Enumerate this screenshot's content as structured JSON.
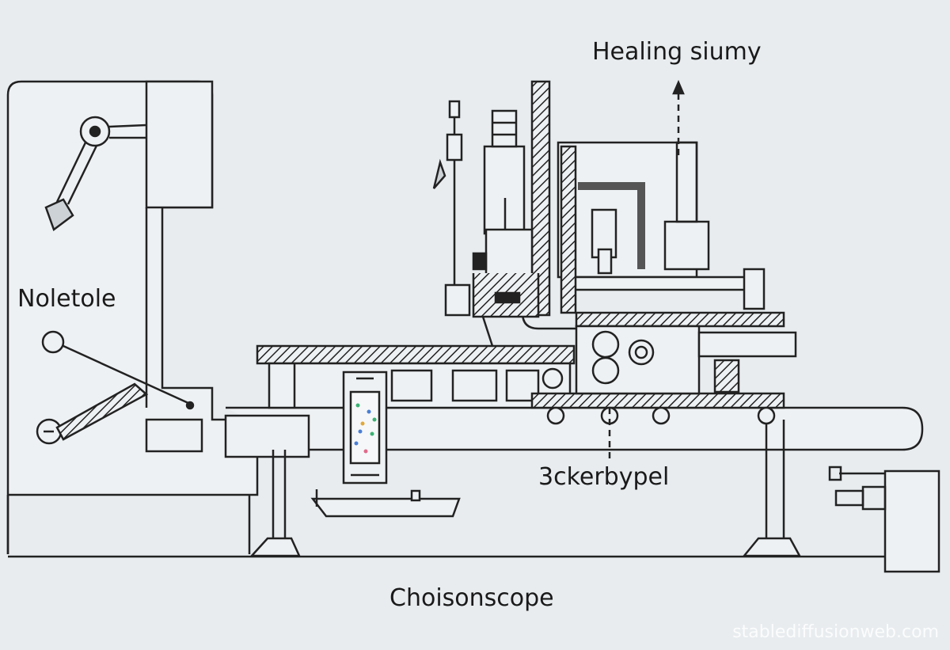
{
  "labels": {
    "top": "Healing siumy",
    "left": "Noletole",
    "middle": "3ckerbypel",
    "bottom": "Choisonscope"
  },
  "watermark": "stablediffusionweb.com",
  "colors": {
    "background": "#e8ecef",
    "line": "#222222",
    "panel": "#eef1f3"
  }
}
